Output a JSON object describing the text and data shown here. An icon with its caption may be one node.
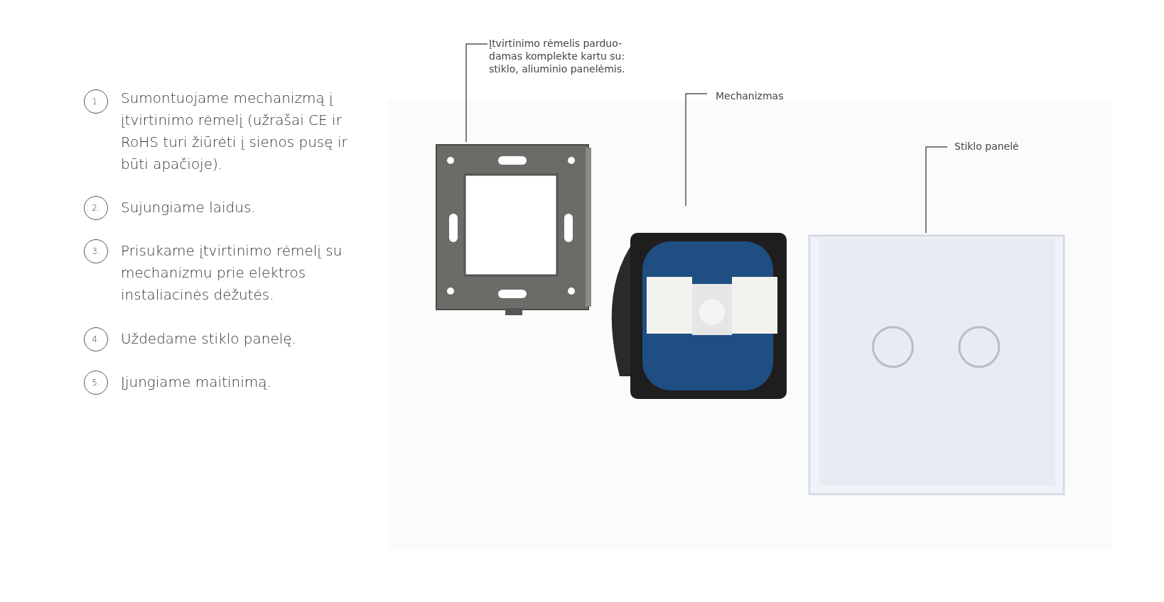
{
  "diagram": {
    "nodes": [
      {
        "text": [
          "1."
        ],
        "beside": [
          "Sumontuojame mechanizmą į įtvirtinimo rėmelį (užrašai CE ir RoHS turi žiūrėti į sienos pusę ir būti apačioje)."
        ]
      },
      {
        "text": [
          "2."
        ],
        "beside": [
          "Sujungiame laidus."
        ]
      },
      {
        "text": [
          "3."
        ],
        "beside": [
          "Prisukame įtvirtinimo rėmelį su mechanizmu prie elektros instaliacinės dėžutės."
        ]
      },
      {
        "text": [
          "4."
        ],
        "beside": [
          "Uždedame stiklo panelę."
        ]
      },
      {
        "text": [
          "5."
        ],
        "beside": [
          "Įjungiame maitinimą."
        ]
      },
      {
        "text": [
          "Įtvirtinimo rėmelis parduo- damas komplekte kartu su: stiklo, aliuminio panelėmis."
        ]
      },
      {
        "text": [],
        "shape": "picture"
      },
      {
        "text": [
          "Mechanizmas"
        ]
      },
      {
        "text": [],
        "shape": "picture"
      },
      {
        "text": [
          "Stiklo panelė"
        ]
      },
      {
        "text": [],
        "shape": "picture"
      }
    ],
    "edges": [
      {
        "from": 5,
        "to": 6,
        "arrow": "none"
      },
      {
        "from": 7,
        "to": 8,
        "arrow": "none"
      },
      {
        "from": 9,
        "to": 10,
        "arrow": "none"
      }
    ]
  }
}
